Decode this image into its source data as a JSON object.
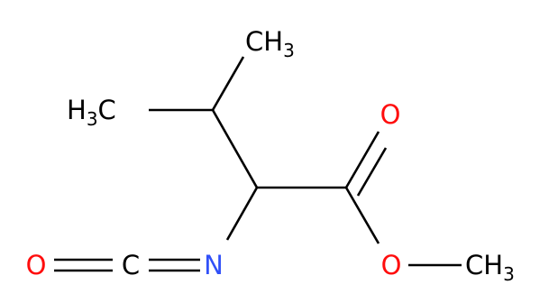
{
  "molecule": {
    "atoms": {
      "ch3_top": {
        "main": "CH",
        "sub": "3"
      },
      "h3c_left": {
        "pre": "H",
        "sub": "3",
        "main": "C"
      },
      "o_carbonyl": {
        "text": "O"
      },
      "n_isocyanate": {
        "text": "N"
      },
      "o_isocyanate": {
        "text": "O"
      },
      "c_isocyanate": {
        "text": "C"
      },
      "o_ester": {
        "text": "O"
      },
      "ch3_ester": {
        "main": "CH",
        "sub": "3"
      }
    }
  },
  "colors": {
    "bond": "#000000",
    "carbon": "#000000",
    "oxygen": "#ff0d0d",
    "nitrogen": "#3050f8"
  }
}
